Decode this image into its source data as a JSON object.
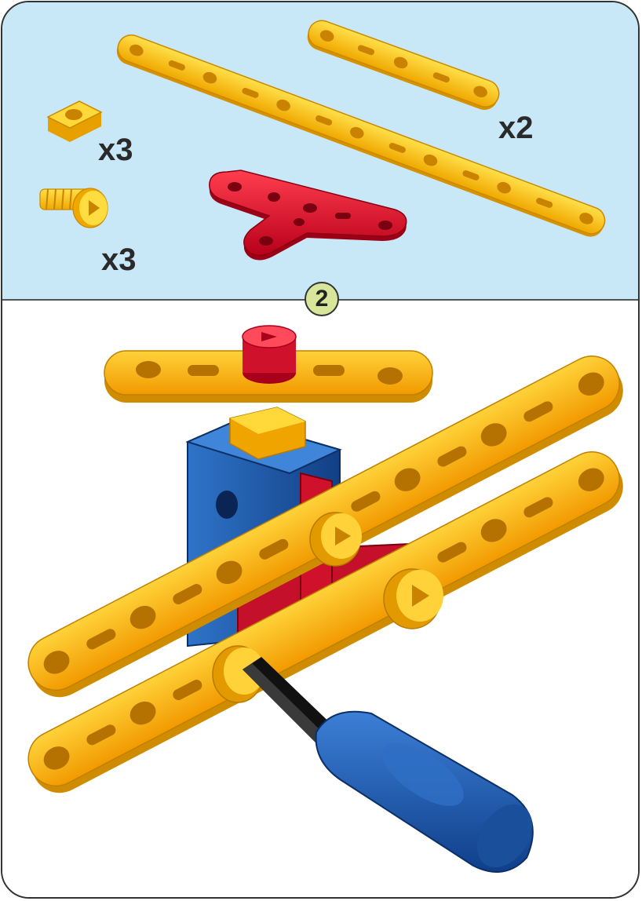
{
  "step": {
    "number": "2"
  },
  "parts": {
    "long_strip_qty": "",
    "short_strip_qty": "x2",
    "nut_qty": "x3",
    "screw_qty": "x3"
  },
  "colors": {
    "panel_background": "#c9e8f7",
    "strip_yellow": "#f6b713",
    "t_plate_red": "#d0112b",
    "cube_blue": "#1d5aa8",
    "screwdriver_blue": "#1b55a6",
    "step_badge": "#d7e69b"
  },
  "icons": [
    "nut-icon",
    "screw-icon",
    "short-strip-icon",
    "long-strip-icon",
    "t-plate-icon",
    "screwdriver-icon"
  ]
}
